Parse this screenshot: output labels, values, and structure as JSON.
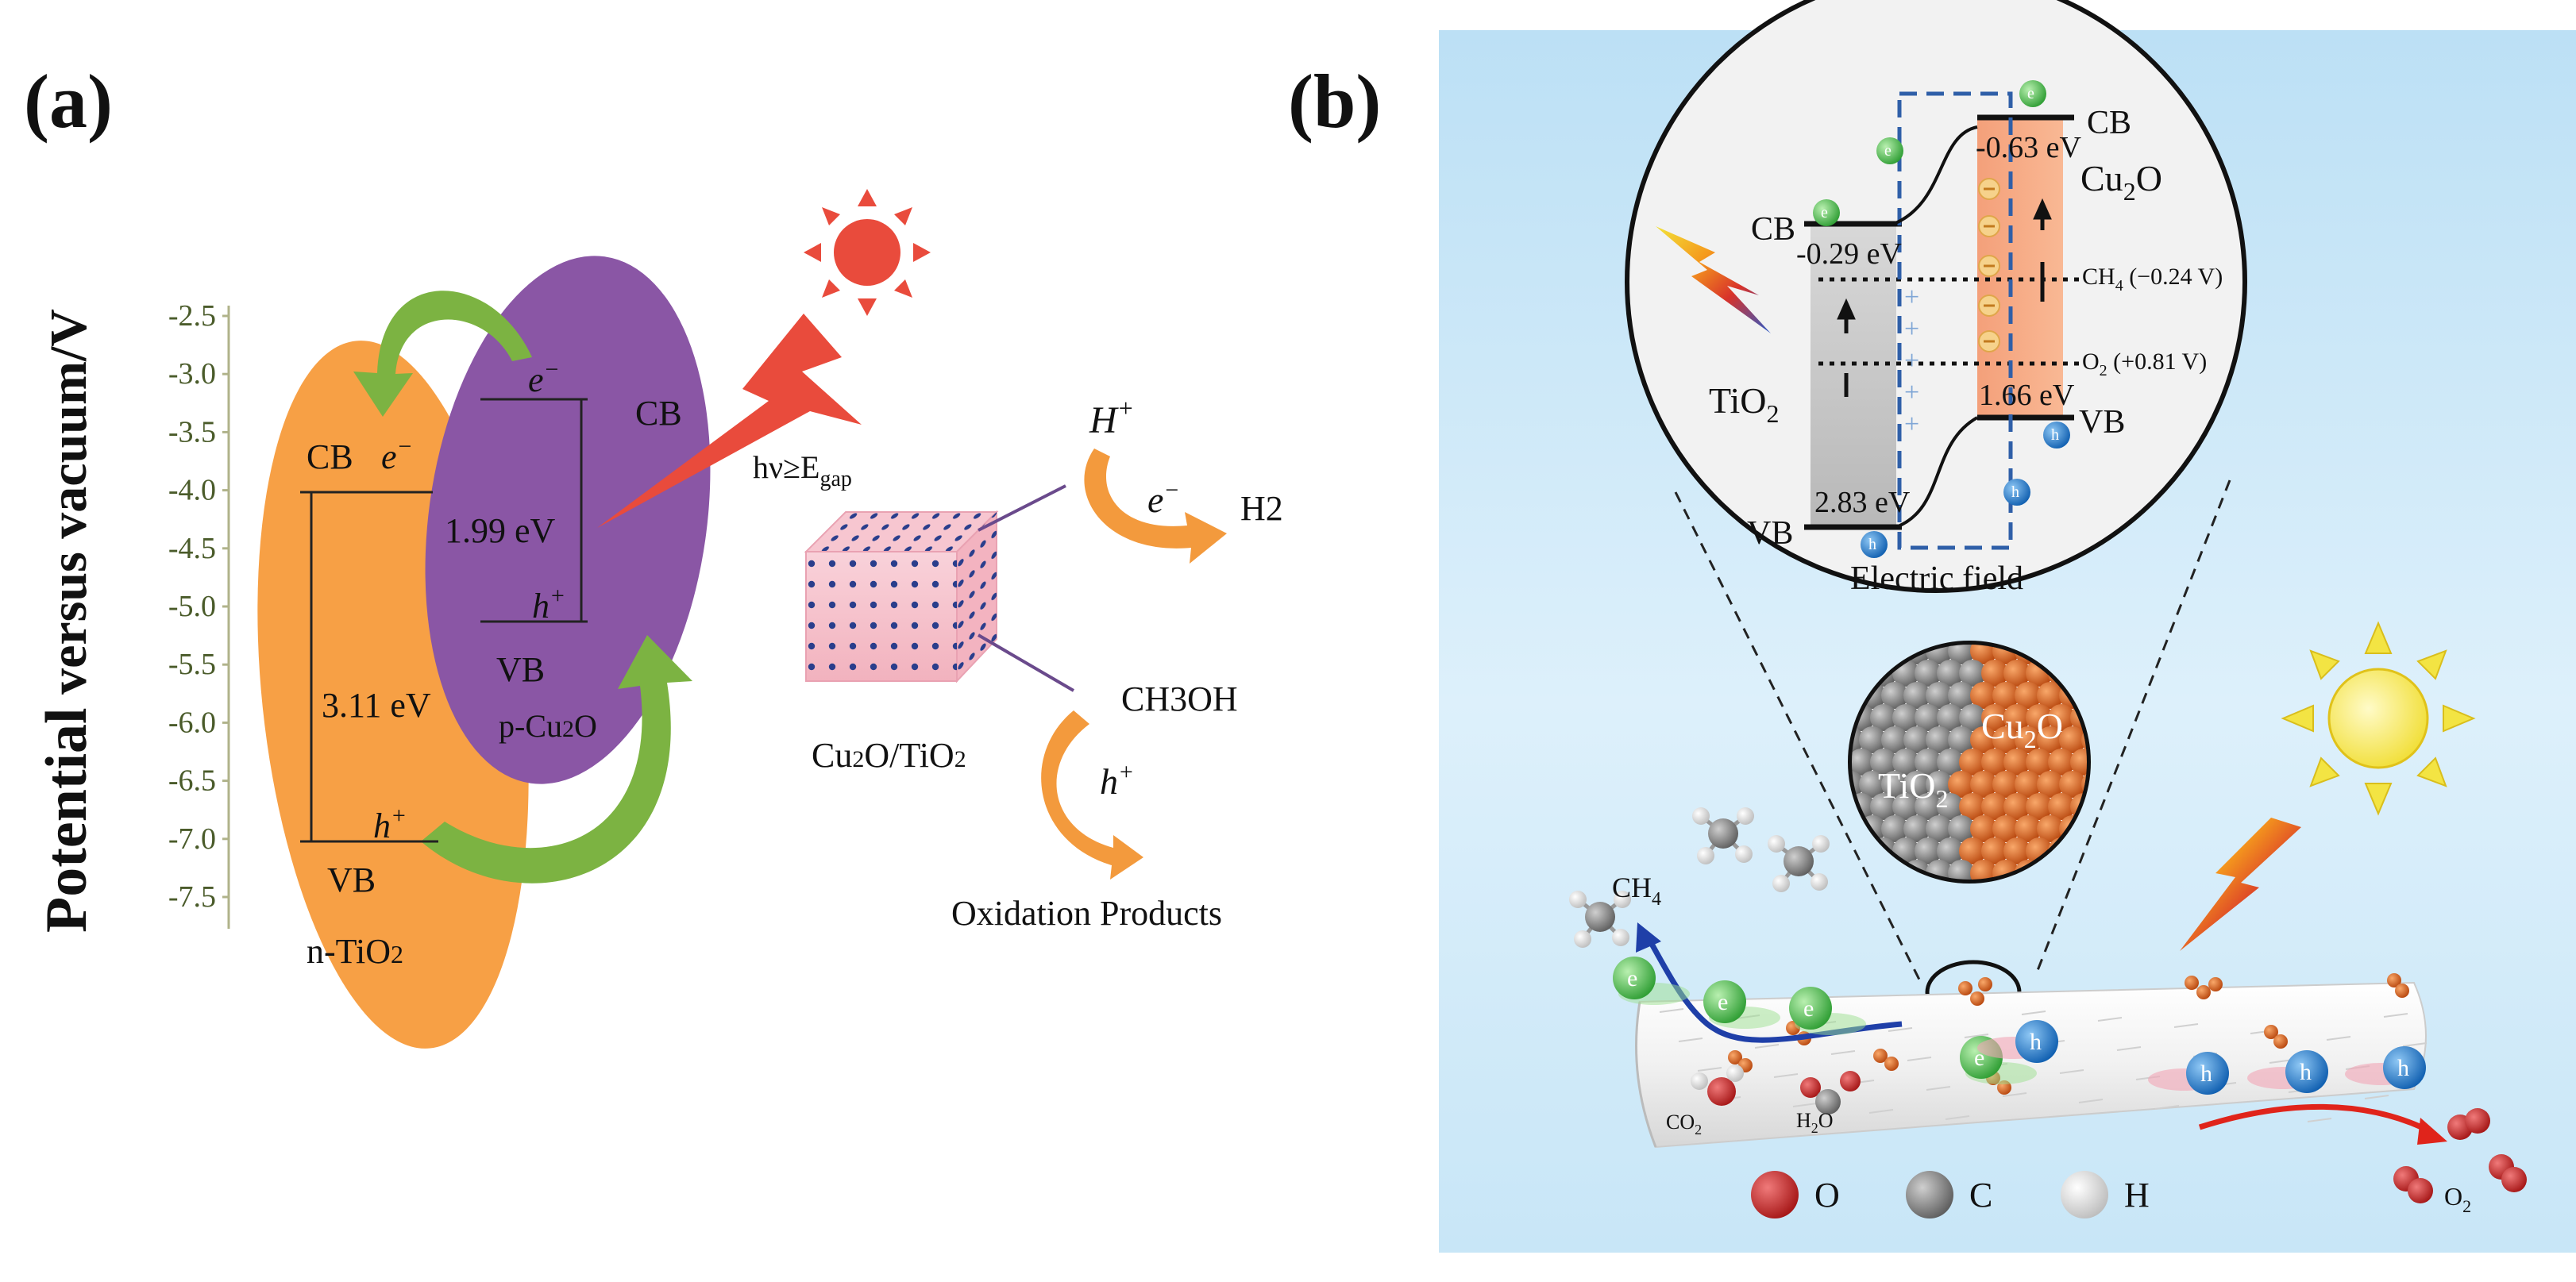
{
  "panel_a": {
    "label": "(a)",
    "axis_title_main": "Potential",
    "axis_title_rest": " versus vacuum/V",
    "ticks": [
      "-2.5",
      "-3.0",
      "-3.5",
      "-4.0",
      "-4.5",
      "-5.0",
      "-5.5",
      "-6.0",
      "-6.5",
      "-7.0",
      "-7.5"
    ],
    "tio2": {
      "cb": "CB",
      "e": "e",
      "e_sup": "−",
      "gap": "3.11 eV",
      "h": "h",
      "h_sup": "+",
      "vb": "VB",
      "name": "n-TiO",
      "name_sub": "2"
    },
    "cu2o": {
      "cb": "CB",
      "e": "e",
      "e_sup": "−",
      "gap": "1.99 eV",
      "h": "h",
      "h_sup": "+",
      "vb": "VB",
      "name": "p-Cu",
      "name_sub": "2",
      "name_end": "O"
    },
    "hv_label": "hν≥E",
    "hv_sub": "gap",
    "cube_label": "Cu",
    "cube_label_sub1": "2",
    "cube_label_mid": "O/TiO",
    "cube_label_sub2": "2",
    "h_plus_top": "H",
    "h_plus_sup": "+",
    "e_minus": "e",
    "e_minus_sup": "−",
    "h2": "H2",
    "ch3oh": "CH3OH",
    "h_plus_bottom": "h",
    "h_plus_bottom_sup": "+",
    "oxidation_products": "Oxidation Products",
    "colors": {
      "tio2": "#F7A045",
      "cu2o": "#8A56A5",
      "arrow_green": "#7CB342",
      "sun": "#E94B3C",
      "tick_text": "#4A5B2A",
      "cube_dots": "#2A3E8C"
    }
  },
  "panel_b": {
    "label": "(b)",
    "inset": {
      "cb_left": "CB",
      "cb_left_val": "-0.29 eV",
      "tio2": "TiO",
      "tio2_sub": "2",
      "vb_left": "VB",
      "vb_left_val": "2.83 eV",
      "cb_right": "CB",
      "cb_right_val": "-0.63 eV",
      "cu2o": "Cu",
      "cu2o_sub": "2",
      "cu2o_end": "O",
      "vb_right": "VB",
      "vb_right_val": "1.66 eV",
      "ch4_level": "CH",
      "ch4_level_sub": "4",
      "ch4_level_val": " (−0.24 V)",
      "o2_level": "O",
      "o2_level_sub": "2",
      "o2_level_val": " (+0.81 V)",
      "electric_field": "Electric field",
      "e_symbol": "e",
      "h_symbol": "h"
    },
    "particle": {
      "tio2": "TiO",
      "tio2_sub": "2",
      "cu2o": "Cu",
      "cu2o_sub": "2",
      "cu2o_end": "O"
    },
    "rod": {
      "ch4": "CH",
      "ch4_sub": "4",
      "co2": "CO",
      "co2_sub": "2",
      "h2o": "H",
      "h2o_sub": "2",
      "h2o_end": "O",
      "o2": "O",
      "o2_sub": "2",
      "e_symbol": "e",
      "h_symbol": "h"
    },
    "legend": [
      {
        "symbol": "O",
        "color": "#C62828"
      },
      {
        "symbol": "C",
        "color": "#7A7A7A"
      },
      {
        "symbol": "H",
        "color": "#F2F2F2"
      }
    ],
    "colors": {
      "background_top": "#BFE3F7",
      "background_bottom": "#E8F6FD",
      "cu2o_band": "#F7A77F",
      "tio2_band": "#C9C9C9",
      "field_box": "#2F5FA8",
      "electron": "#4DBA4D",
      "hole": "#1E78C8",
      "sun": "#F5E642",
      "arrow_blue": "#1F3FA8",
      "arrow_red": "#E0241B"
    }
  }
}
